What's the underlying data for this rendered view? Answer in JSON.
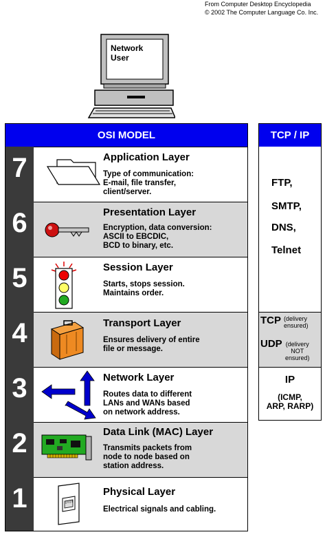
{
  "credit": {
    "line1": "From Computer Desktop Encyclopedia",
    "line2": "© 2002 The Computer Language Co. Inc."
  },
  "computer": {
    "screen_text": [
      "Network",
      "User"
    ]
  },
  "osi": {
    "header": "OSI MODEL",
    "layers": [
      {
        "num": "7",
        "title": "Application Layer",
        "desc": "Type of communication:\nE-mail, file transfer,\nclient/server.",
        "icon": "folder-icon"
      },
      {
        "num": "6",
        "title": "Presentation Layer",
        "desc": "Encryption, data conversion:\nASCII to EBCDIC,\nBCD to binary, etc.",
        "icon": "key-icon"
      },
      {
        "num": "5",
        "title": "Session Layer",
        "desc": "Starts, stops session.\nMaintains order.",
        "icon": "traffic-light-icon"
      },
      {
        "num": "4",
        "title": "Transport Layer",
        "desc": "Ensures delivery of entire\nfile or message.",
        "icon": "suitcase-icon"
      },
      {
        "num": "3",
        "title": "Network Layer",
        "desc": "Routes data to different\nLANs and WANs based\non network address.",
        "icon": "routing-arrows-icon"
      },
      {
        "num": "2",
        "title": "Data Link (MAC) Layer",
        "desc": "Transmits packets from\nnode to node based on\nstation address.",
        "icon": "network-card-icon"
      },
      {
        "num": "1",
        "title": "Physical Layer",
        "desc": "Electrical signals and cabling.",
        "icon": "network-jack-icon"
      }
    ]
  },
  "tcpip": {
    "header": "TCP / IP",
    "application": [
      "FTP,",
      "SMTP,",
      "DNS,",
      "Telnet"
    ],
    "transport": [
      {
        "name": "TCP",
        "note": "(delivery\nensured)"
      },
      {
        "name": "UDP",
        "note": "(delivery\nNOT\nensured)"
      }
    ],
    "network": {
      "name": "IP",
      "detail": "(ICMP,\nARP, RARP)"
    }
  },
  "colors": {
    "header_blue": "#0000ee",
    "number_bg": "#3a3a3a",
    "row_grey": "#d8d8d8"
  }
}
